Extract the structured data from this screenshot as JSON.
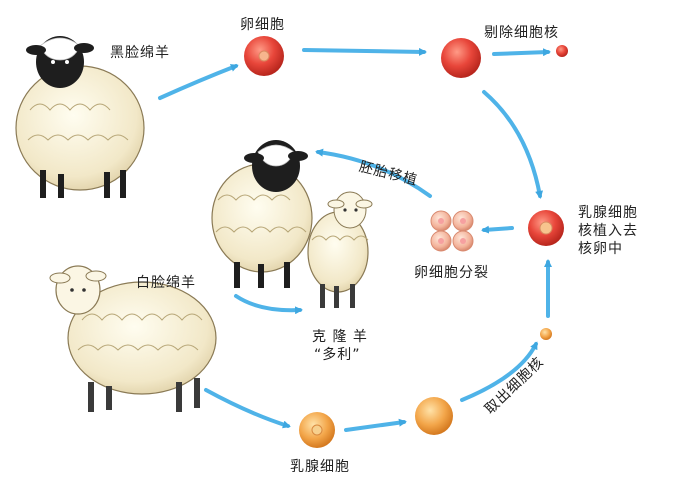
{
  "labels": {
    "black_face_sheep": "黑脸绵羊",
    "egg_cell": "卵细胞",
    "remove_nucleus": "剔除细胞核",
    "embryo_transfer": "胚胎移植",
    "mammary_nucleus_implant": "乳腺细胞\n核植入去\n核卵中",
    "egg_cell_division": "卵细胞分裂",
    "white_face_sheep": "白脸绵羊",
    "clone_sheep_line1": "克 隆 羊",
    "clone_sheep_line2": "“多利”",
    "extract_nucleus": "取出细胞核",
    "mammary_cell": "乳腺细胞"
  },
  "colors": {
    "arrow": "#4fb3e8",
    "egg_red": "#e8463a",
    "cell_orange": "#f2a34a",
    "embryo_pink": "#f3b6a0"
  }
}
